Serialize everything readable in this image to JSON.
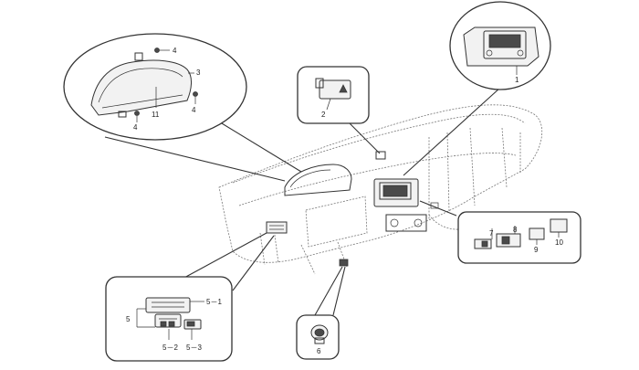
{
  "labels": {
    "l1": "1",
    "l2": "2",
    "l3": "3",
    "l4a": "4",
    "l4b": "4",
    "l4c": "4",
    "l5": "5",
    "l5_1": "5－1",
    "l5_2": "5－2",
    "l5_3": "5－3",
    "l6": "6",
    "l7": "7",
    "l8": "8",
    "l9": "9",
    "l10": "10",
    "l11": "11"
  }
}
